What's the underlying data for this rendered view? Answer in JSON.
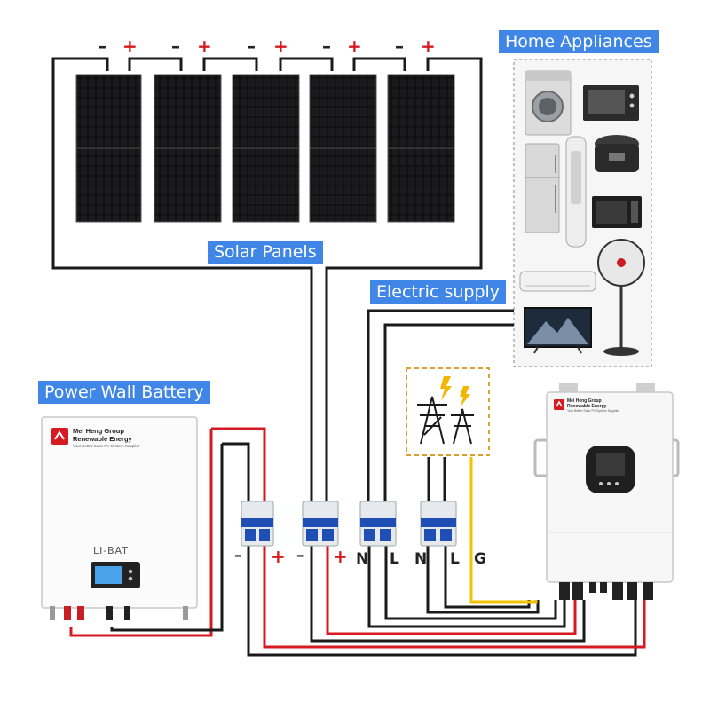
{
  "labels": {
    "home_appliances": "Home Appliances",
    "solar_panels": "Solar Panels",
    "electric_supply": "Electric supply",
    "power_wall_battery": "Power Wall Battery"
  },
  "battery": {
    "brand_line1": "Mei Heng Group",
    "brand_line2": "Renewable Energy",
    "slogan": "Your Better Solar PV System Supplier",
    "model": "LI-BAT"
  },
  "inverter": {
    "brand_line1": "Mei Heng Group",
    "brand_line2": "Renewable Energy",
    "slogan": "Your Better Solar PV System Supplier"
  },
  "panel_polarity": {
    "neg": "–",
    "pos": "+"
  },
  "breaker_terminals": [
    "–",
    "+",
    "–",
    "+",
    "N",
    "L",
    "N",
    "L",
    "G"
  ],
  "colors": {
    "label_bg": "#3f86e6",
    "wire_black": "#1a1a1a",
    "wire_red": "#d71a21",
    "wire_yellow": "#f2c200",
    "grid_box_border": "#e0a030"
  }
}
